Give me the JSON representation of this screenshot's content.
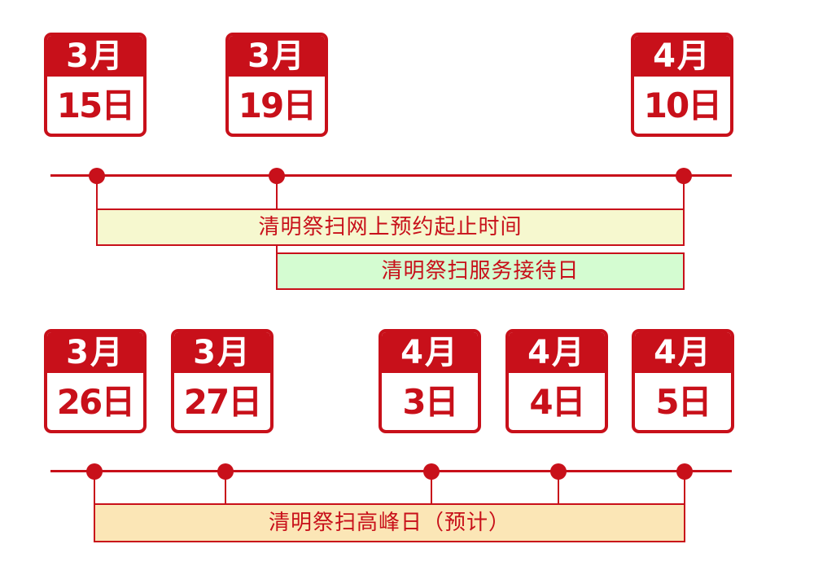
{
  "top_dates": [
    {
      "month": "3月",
      "day": "15日"
    },
    {
      "month": "3月",
      "day": "19日"
    },
    {
      "month": "4月",
      "day": "10日"
    }
  ],
  "bottom_dates": [
    {
      "month": "3月",
      "day": "26日"
    },
    {
      "month": "3月",
      "day": "27日"
    },
    {
      "month": "4月",
      "day": "3日"
    },
    {
      "month": "4月",
      "day": "4日"
    },
    {
      "month": "4月",
      "day": "5日"
    }
  ],
  "bands": {
    "booking": "清明祭扫网上预约起止时间",
    "service": "清明祭扫服务接待日",
    "peak": "清明祭扫高峰日（预计）"
  },
  "colors": {
    "primary_red": "#c8101a",
    "booking_band": "#f6f8cf",
    "service_band": "#d4fcd1",
    "peak_band": "#fbe6b6"
  }
}
